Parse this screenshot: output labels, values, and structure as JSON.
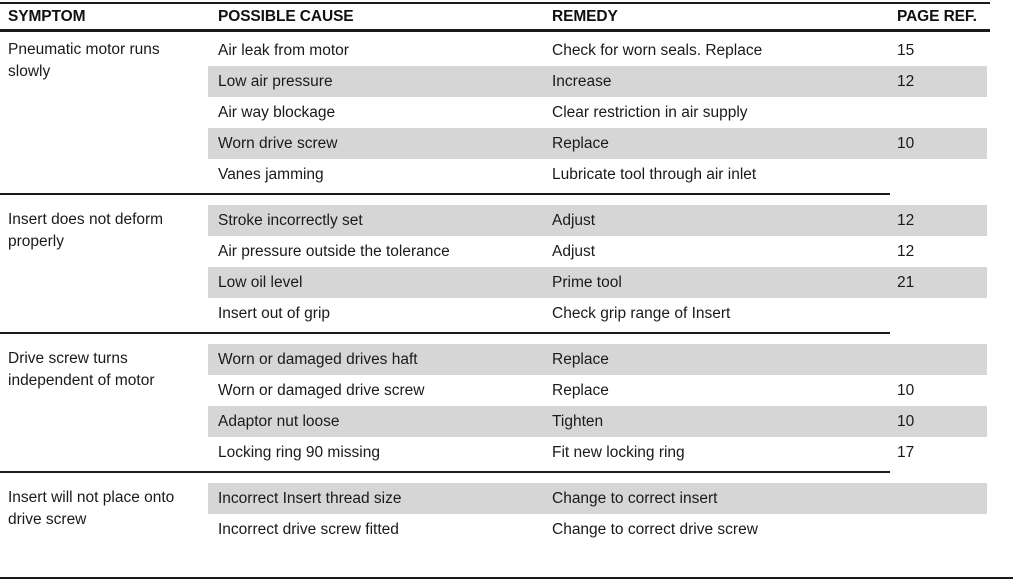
{
  "document": {
    "type": "troubleshooting-table",
    "colors": {
      "zebra_band": "#d6d6d6",
      "rule": "#1a1a1a",
      "text": "#1a1a1a",
      "background": "#ffffff"
    }
  },
  "table": {
    "headers": {
      "symptom": "SYMPTOM",
      "cause": "POSSIBLE CAUSE",
      "remedy": "REMEDY",
      "page": "PAGE REF."
    },
    "groups": [
      {
        "symptom": "Pneumatic motor runs slowly",
        "rows": [
          {
            "cause": "Air leak from motor",
            "remedy": "Check for worn seals. Replace",
            "page": "15",
            "shaded": false
          },
          {
            "cause": "Low air pressure",
            "remedy": "Increase",
            "page": "12",
            "shaded": true
          },
          {
            "cause": "Air way blockage",
            "remedy": "Clear restriction in air supply",
            "page": "",
            "shaded": false
          },
          {
            "cause": "Worn drive screw",
            "remedy": "Replace",
            "page": "10",
            "shaded": true
          },
          {
            "cause": "Vanes jamming",
            "remedy": "Lubricate tool through air inlet",
            "page": "",
            "shaded": false
          }
        ]
      },
      {
        "symptom": "Insert does not deform properly",
        "rows": [
          {
            "cause": "Stroke incorrectly set",
            "remedy": "Adjust",
            "page": "12",
            "shaded": true
          },
          {
            "cause": "Air pressure outside the tolerance",
            "remedy": "Adjust",
            "page": "12",
            "shaded": false
          },
          {
            "cause": "Low oil level",
            "remedy": "Prime tool",
            "page": "21",
            "shaded": true
          },
          {
            "cause": "Insert out of grip",
            "remedy": "Check grip range of Insert",
            "page": "",
            "shaded": false
          }
        ]
      },
      {
        "symptom": "Drive screw turns independent of motor",
        "rows": [
          {
            "cause": "Worn or damaged drives haft",
            "remedy": "Replace",
            "page": "",
            "shaded": true
          },
          {
            "cause": "Worn or damaged drive screw",
            "remedy": "Replace",
            "page": "10",
            "shaded": false
          },
          {
            "cause": "Adaptor nut loose",
            "remedy": "Tighten",
            "page": "10",
            "shaded": true
          },
          {
            "cause": "Locking ring 90 missing",
            "remedy": "Fit new locking ring",
            "page": "17",
            "shaded": false
          }
        ]
      },
      {
        "symptom": "Insert will not place onto drive screw",
        "rows": [
          {
            "cause": "Incorrect Insert thread size",
            "remedy": "Change to correct insert",
            "page": "",
            "shaded": true
          },
          {
            "cause": "Incorrect drive screw fitted",
            "remedy": "Change to correct drive screw",
            "page": "",
            "shaded": false
          }
        ]
      }
    ]
  }
}
